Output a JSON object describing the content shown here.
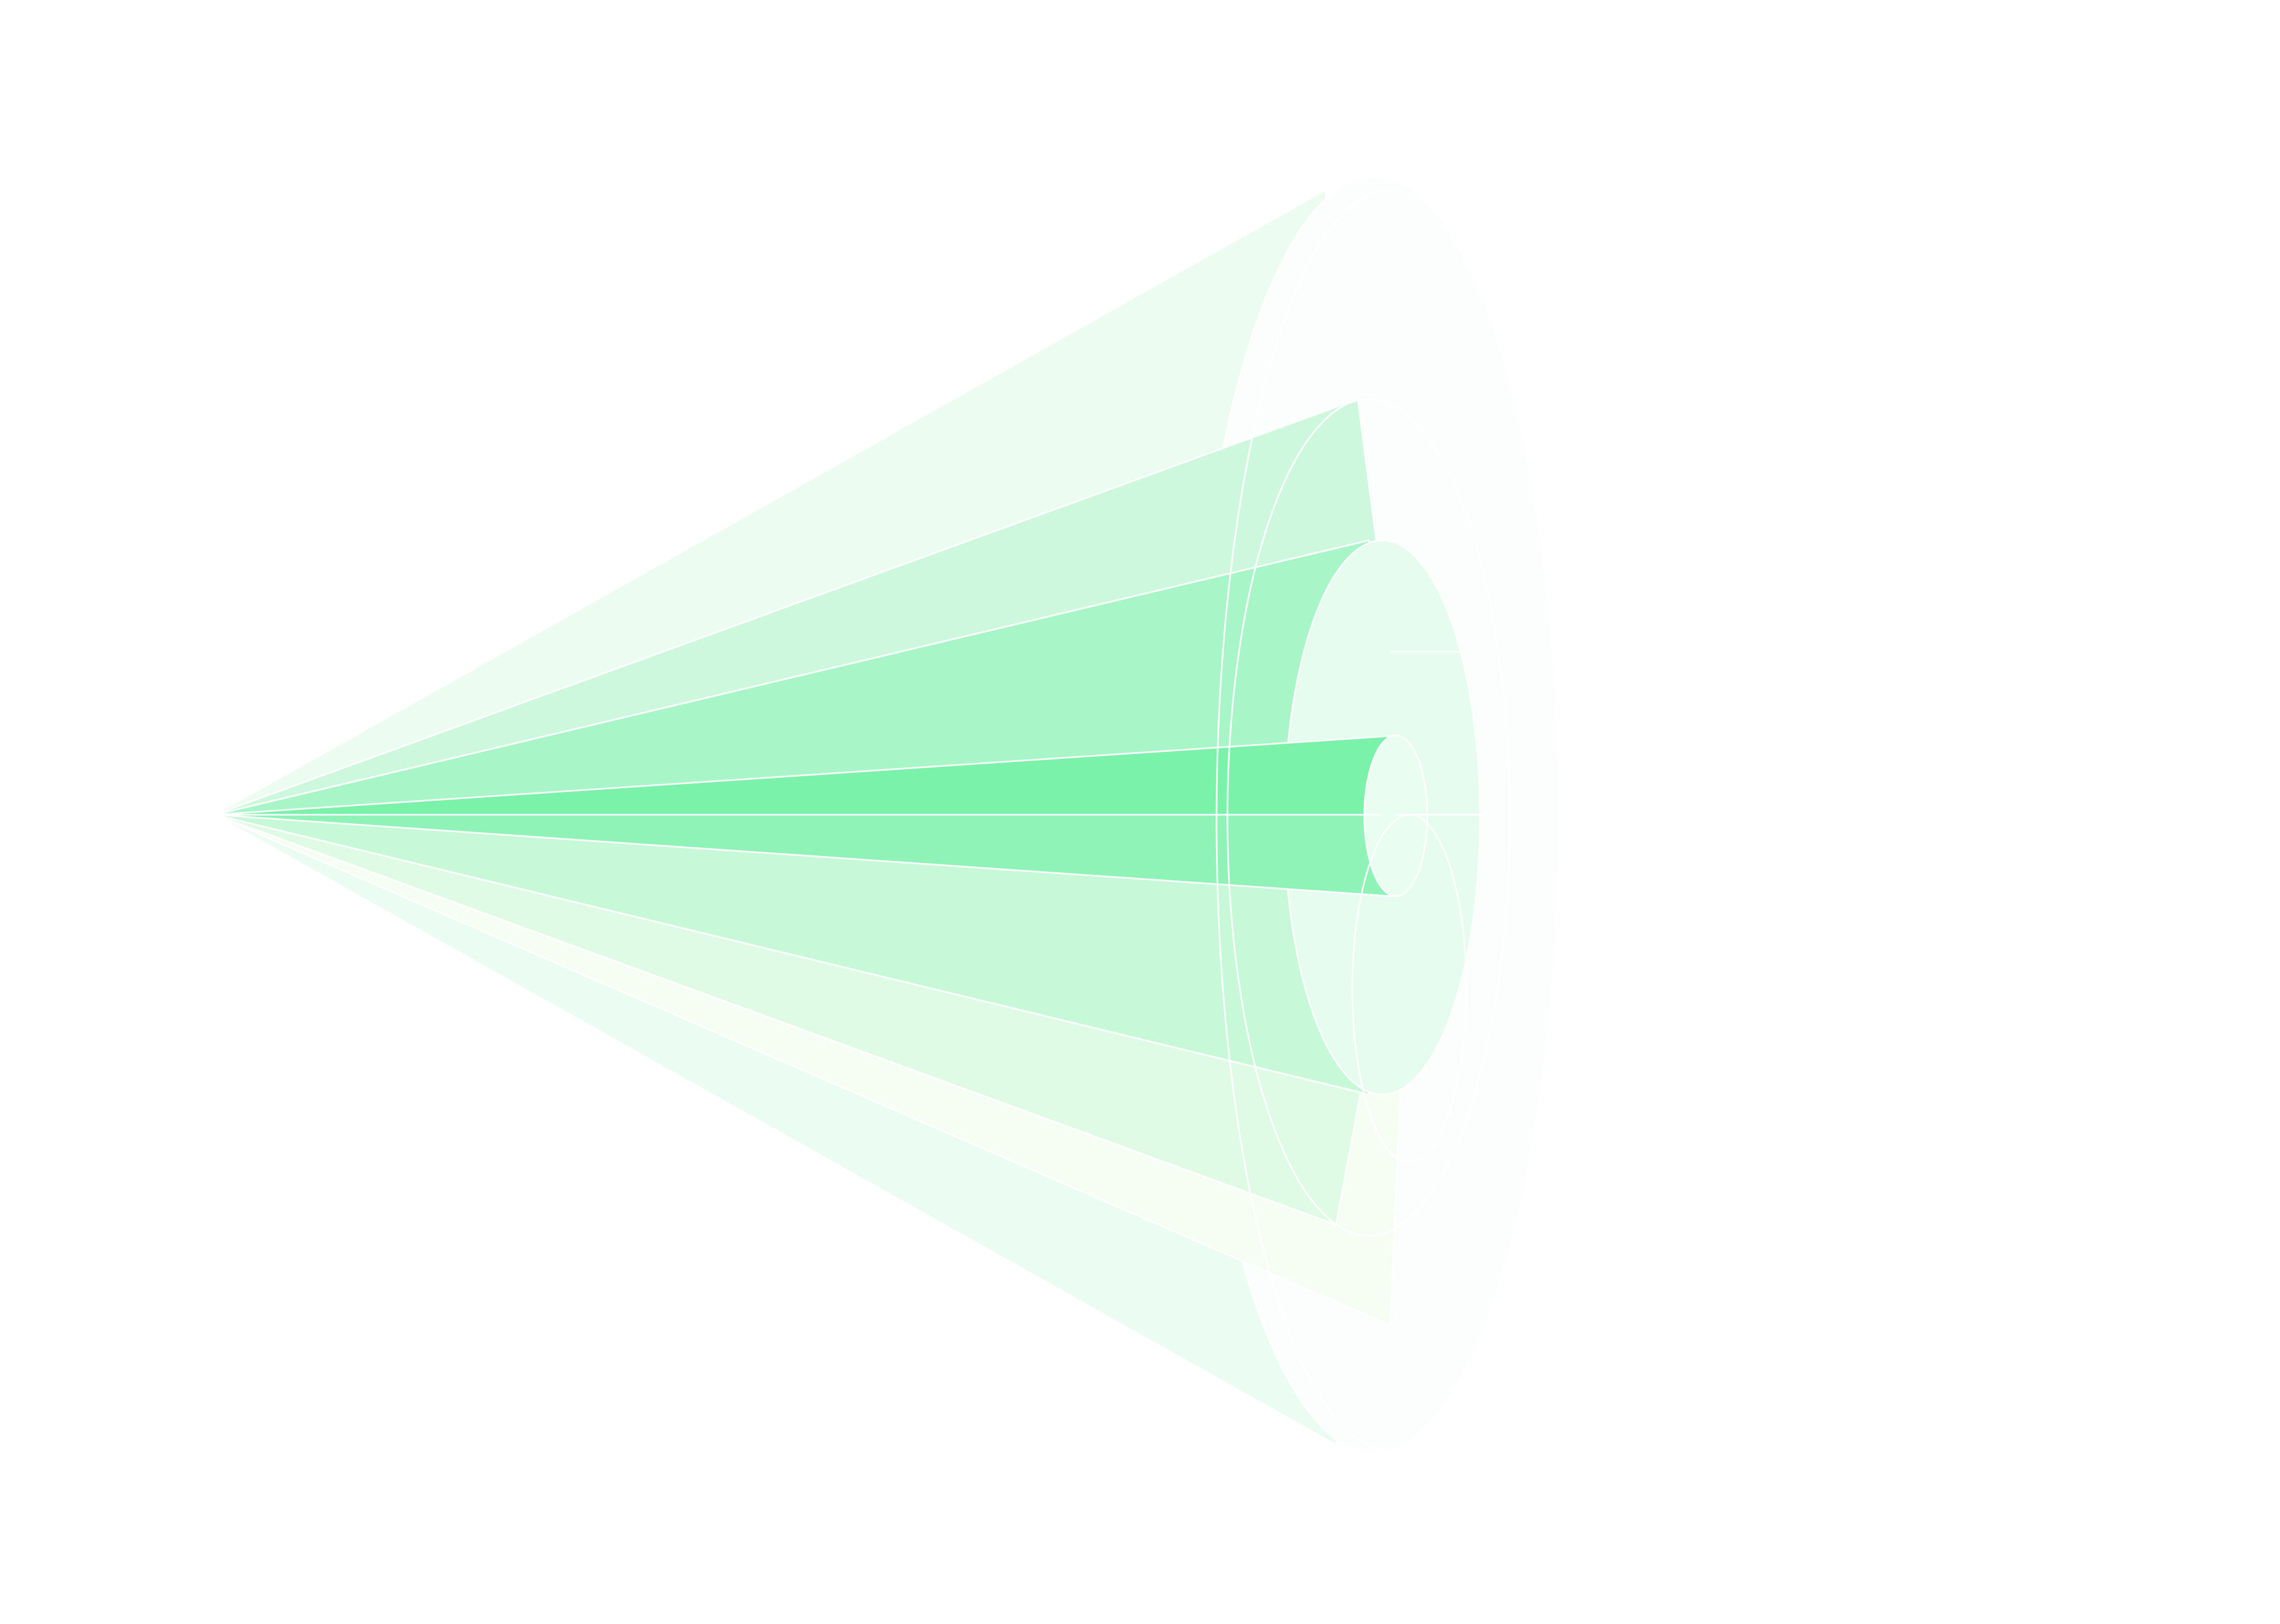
{
  "diagram": {
    "kind": "nested-cone",
    "layers": [
      {
        "name": "layer-1",
        "color": "#edfcf1"
      },
      {
        "name": "layer-2",
        "color": "#cef8dd"
      },
      {
        "name": "layer-3",
        "color": "#a8f6c7"
      },
      {
        "name": "layer-4",
        "color": "#7af2a9"
      }
    ],
    "lower_colors": [
      "#ebfcf3",
      "#f6fdf2",
      "#dffbe5",
      "#c7f9d9",
      "#8ff3b8"
    ],
    "legend": {
      "labels": [
        "",
        "",
        "",
        "",
        ""
      ]
    }
  }
}
